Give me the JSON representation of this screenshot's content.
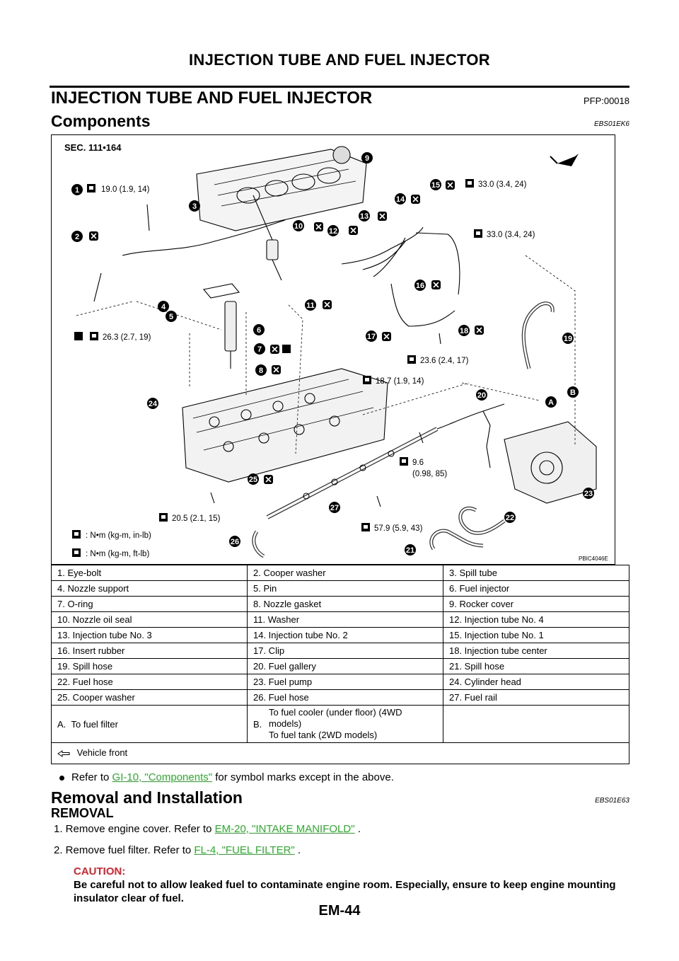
{
  "header": {
    "title": "INJECTION TUBE AND FUEL INJECTOR"
  },
  "section": {
    "title": "INJECTION TUBE AND FUEL INJECTOR",
    "code": "PFP:00018"
  },
  "components": {
    "title": "Components",
    "code": "EBS01EK6"
  },
  "figure": {
    "sec": "SEC. 111•164",
    "fig_id": "PBIC4046E",
    "legend_nm_inlb": ": N•m (kg-m, in-lb)",
    "legend_nm_ftlb": ": N•m (kg-m, ft-lb)",
    "torques": {
      "t1": "19.0 (1.9, 14)",
      "t15": "33.0 (3.4, 24)",
      "t_center": "33.0 (3.4, 24)",
      "t_nozzle": "26.3 (2.7, 19)",
      "t_clip": "23.6 (2.4, 17)",
      "t_gallery": "18.7 (1.9, 14)",
      "t_rail_a": "9.6",
      "t_rail_b": "(0.98, 85)",
      "t_rail_bolt": "20.5 (2.1, 15)",
      "t_rail_end": "57.9 (5.9, 43)"
    },
    "callouts": [
      "1",
      "2",
      "3",
      "4",
      "5",
      "6",
      "7",
      "8",
      "9",
      "10",
      "11",
      "12",
      "13",
      "14",
      "15",
      "16",
      "17",
      "18",
      "19",
      "20",
      "21",
      "22",
      "23",
      "24",
      "25",
      "26",
      "27",
      "A",
      "B"
    ]
  },
  "parts": [
    [
      "1. Eye-bolt",
      "2. Cooper washer",
      "3. Spill tube"
    ],
    [
      "4. Nozzle support",
      "5. Pin",
      "6. Fuel injector"
    ],
    [
      "7. O-ring",
      "8. Nozzle gasket",
      "9. Rocker cover"
    ],
    [
      "10. Nozzle oil seal",
      "11. Washer",
      "12. Injection tube No. 4"
    ],
    [
      "13. Injection tube No. 3",
      "14. Injection tube No. 2",
      "15. Injection tube No. 1"
    ],
    [
      "16. Insert rubber",
      "17. Clip",
      "18. Injection tube center"
    ],
    [
      "19. Spill hose",
      "20. Fuel gallery",
      "21. Spill hose"
    ],
    [
      "22. Fuel hose",
      "23. Fuel pump",
      "24. Cylinder head"
    ],
    [
      "25. Cooper washer",
      "26. Fuel hose",
      "27. Fuel rail"
    ]
  ],
  "parts_extra": {
    "a": "A.  To fuel filter",
    "b_num": "B.",
    "b_line1": "To fuel cooler (under floor) (4WD",
    "b_line2": "models)",
    "b_line3": "To fuel tank (2WD models)",
    "vehicle_front": "Vehicle front"
  },
  "note": {
    "prefix": "Refer to ",
    "link": "GI-10, \"Components\"",
    "suffix": " for symbol marks except in the above."
  },
  "removal": {
    "title": "Removal and Installation",
    "code": "EBS01E63",
    "sub": "REMOVAL"
  },
  "steps": [
    {
      "text": "1.  Remove engine cover. Refer to ",
      "link": "EM-20, \"INTAKE MANIFOLD\"",
      "end": " ."
    },
    {
      "text": "2.  Remove fuel filter. Refer to ",
      "link": "FL-4, \"FUEL FILTER\"",
      "end": " ."
    }
  ],
  "caution": {
    "label": "CAUTION:",
    "text": "Be careful not to allow leaked fuel to contaminate engine room. Especially, ensure to keep engine mounting insulator clear of fuel."
  },
  "page_number": "EM-44"
}
